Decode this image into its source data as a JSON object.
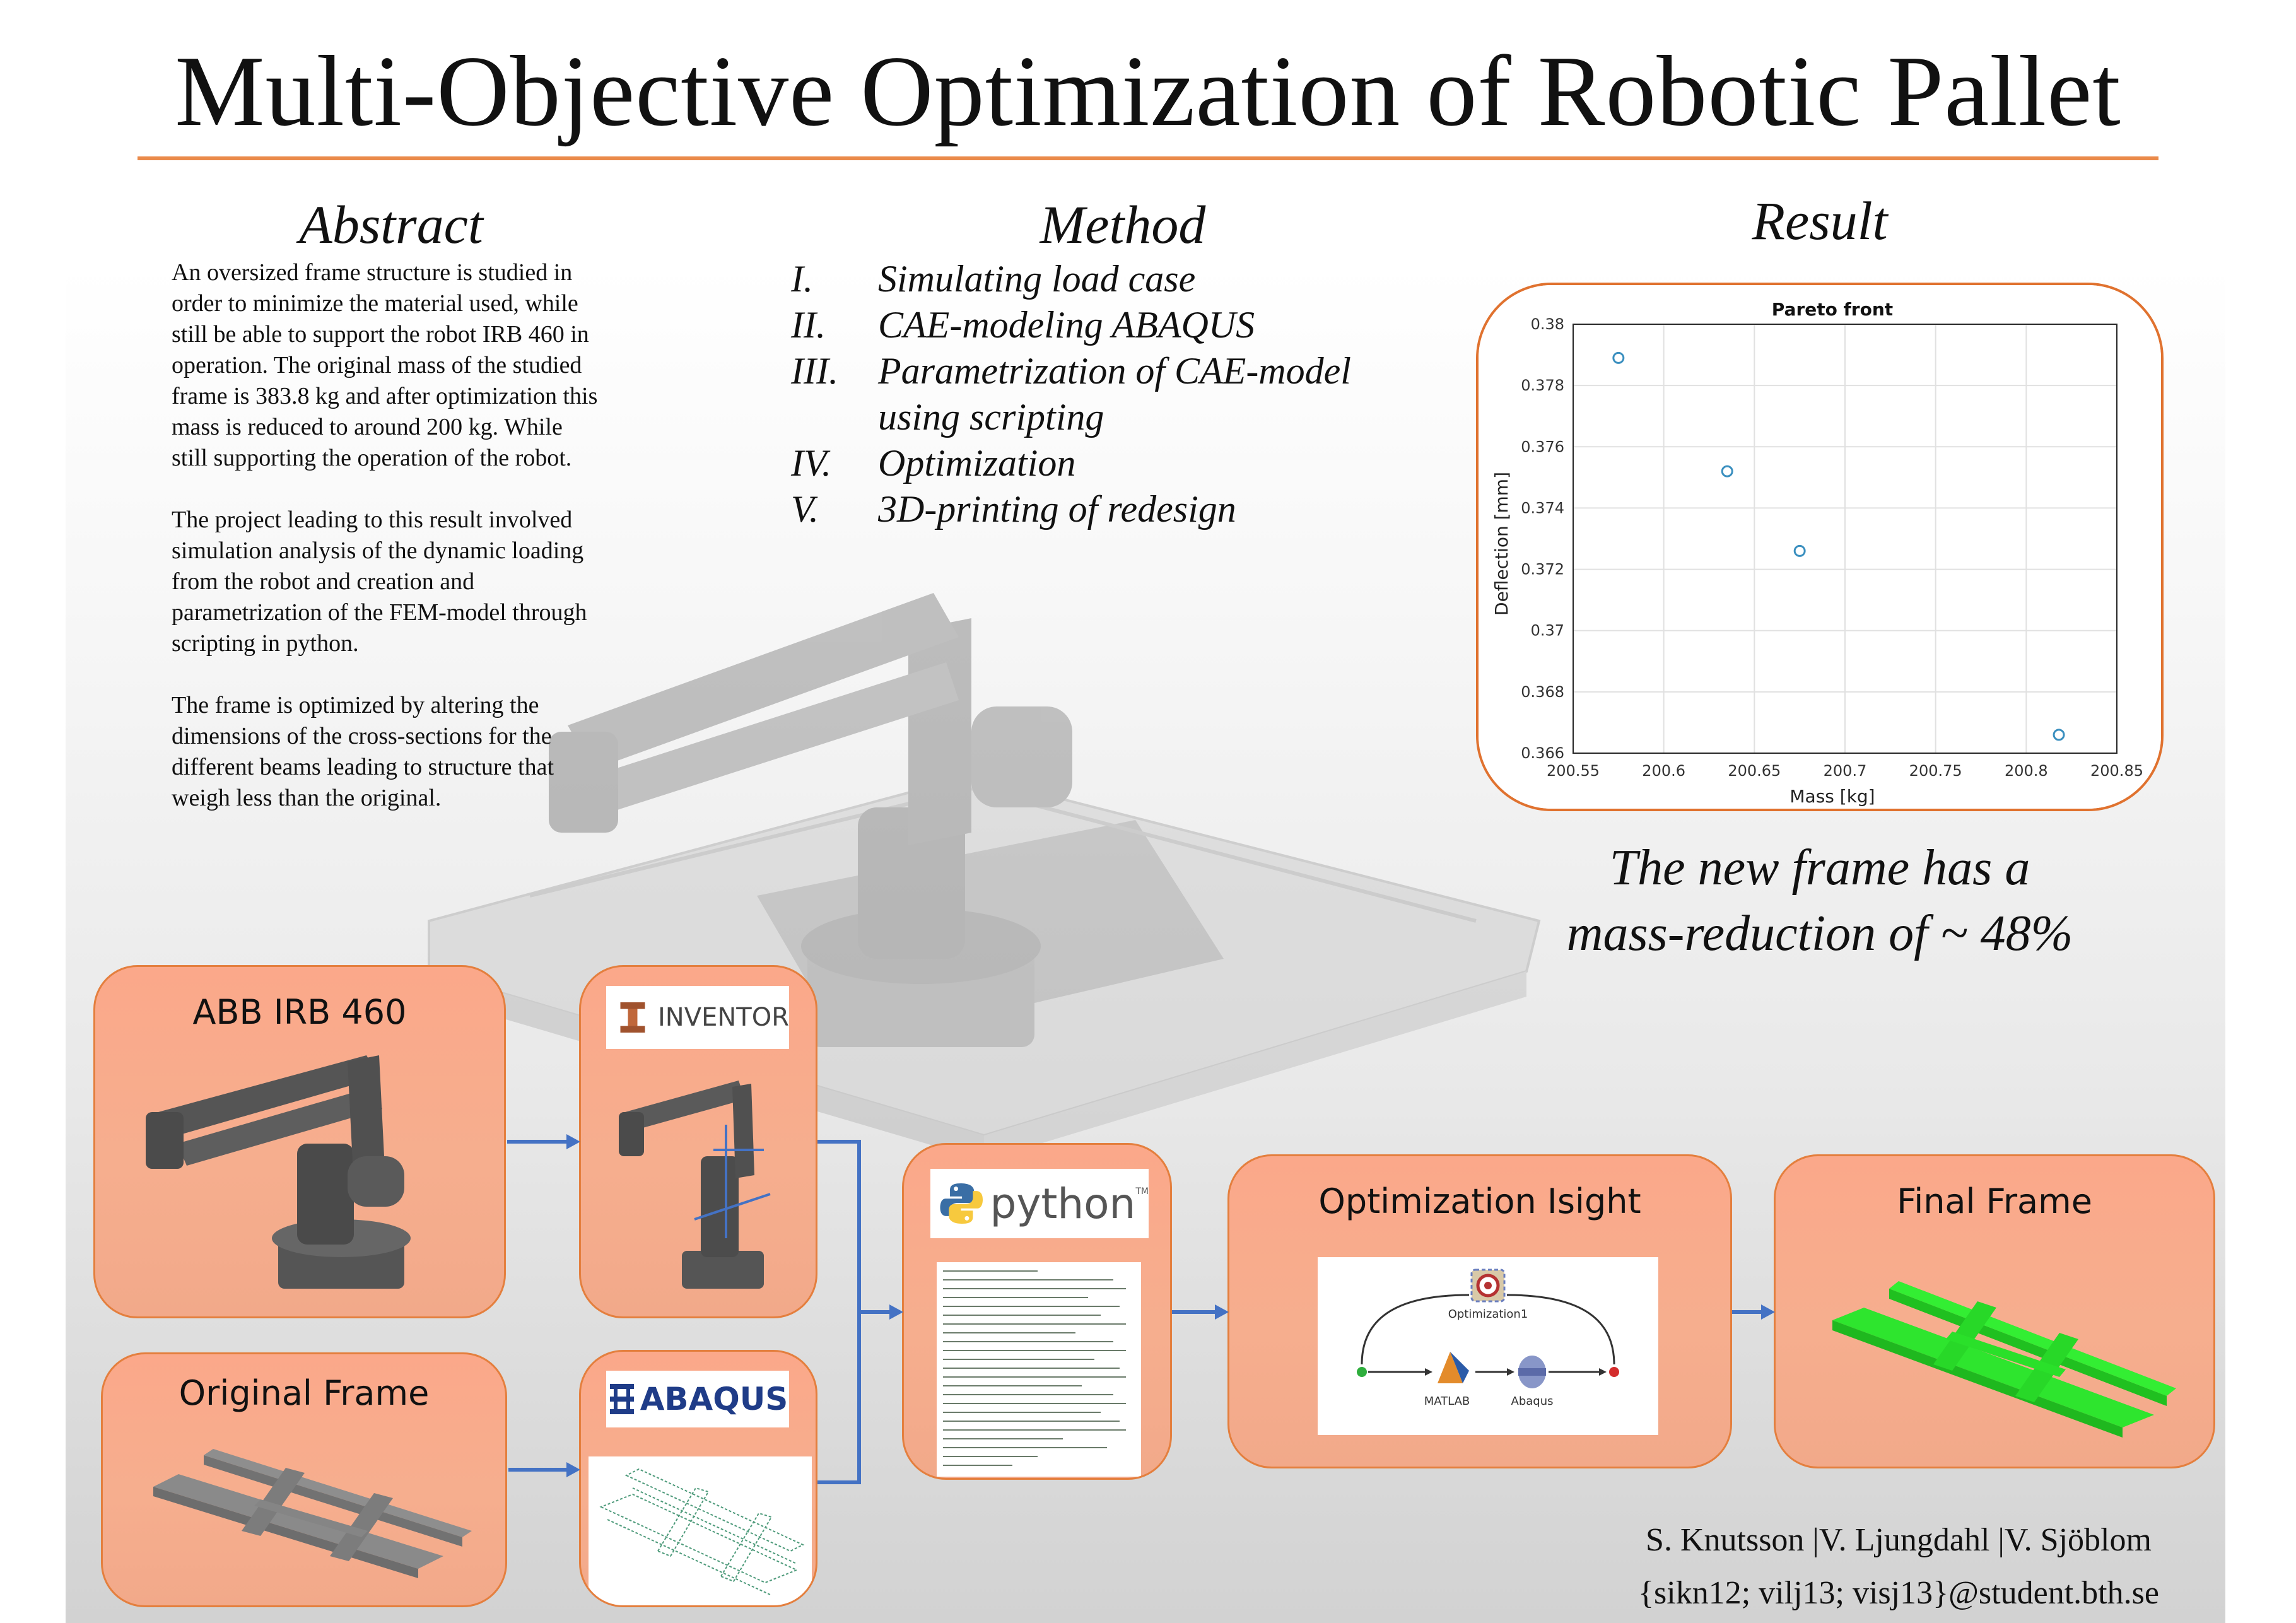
{
  "title": "Multi-Objective Optimization of Robotic Pallet",
  "abstract": {
    "heading": "Abstract",
    "paragraphs": [
      "An oversized frame structure is studied in order to minimize the material used, while still be able to support the robot IRB 460 in operation. The original mass of the studied frame is 383.8 kg and after optimization this mass is reduced to around 200 kg. While still supporting the operation of the robot.",
      "The project leading to this result involved simulation analysis of the dynamic loading from the robot and creation and parametrization of the FEM-model through scripting in python.",
      "The frame is optimized by altering the dimensions of the cross-sections for the different beams leading to structure that weigh less than the original."
    ]
  },
  "method": {
    "heading": "Method",
    "steps": [
      {
        "num": "I.",
        "text": "Simulating load case"
      },
      {
        "num": "II.",
        "text": "CAE-modeling ABAQUS"
      },
      {
        "num": "III.",
        "text": "Parametrization of CAE-model using scripting"
      },
      {
        "num": "IV.",
        "text": "Optimization"
      },
      {
        "num": "V.",
        "text": "3D-printing of redesign"
      }
    ]
  },
  "result": {
    "heading": "Result",
    "reduction_line1": "The new frame has a",
    "reduction_line2": "mass-reduction of  ~ 48%"
  },
  "chart_data": {
    "type": "scatter",
    "title": "Pareto front",
    "xlabel": "Mass [kg]",
    "ylabel": "Deflection [mm]",
    "xlim": [
      200.55,
      200.85
    ],
    "ylim": [
      0.366,
      0.38
    ],
    "xticks": [
      "200.55",
      "200.6",
      "200.65",
      "200.7",
      "200.75",
      "200.8",
      "200.85"
    ],
    "yticks": [
      "0.366",
      "0.368",
      "0.37",
      "0.372",
      "0.374",
      "0.376",
      "0.378",
      "0.38"
    ],
    "grid": true,
    "marker_color": "#3a8fbf",
    "points": [
      {
        "x": 200.575,
        "y": 0.3789
      },
      {
        "x": 200.635,
        "y": 0.3752
      },
      {
        "x": 200.675,
        "y": 0.3726
      },
      {
        "x": 200.818,
        "y": 0.3666
      }
    ]
  },
  "flow": {
    "abb_label": "ABB IRB 460",
    "original_label": "Original Frame",
    "inventor_logo": "INVENTOR",
    "abaqus_logo": "ABAQUS",
    "python_logo": "python",
    "python_tm": "TM",
    "isight_label": "Optimization Isight",
    "isight_node": "Optimization1",
    "isight_matlab": "MATLAB",
    "isight_abaqus": "Abaqus",
    "final_label": "Final Frame",
    "accent_color": "#4472c4",
    "box_border_color": "#e47f3e"
  },
  "authors": {
    "names": "S. Knutsson |V. Ljungdahl |V. Sjöblom",
    "emails": "{sikn12; vilj13; visj13}@student.bth.se"
  }
}
